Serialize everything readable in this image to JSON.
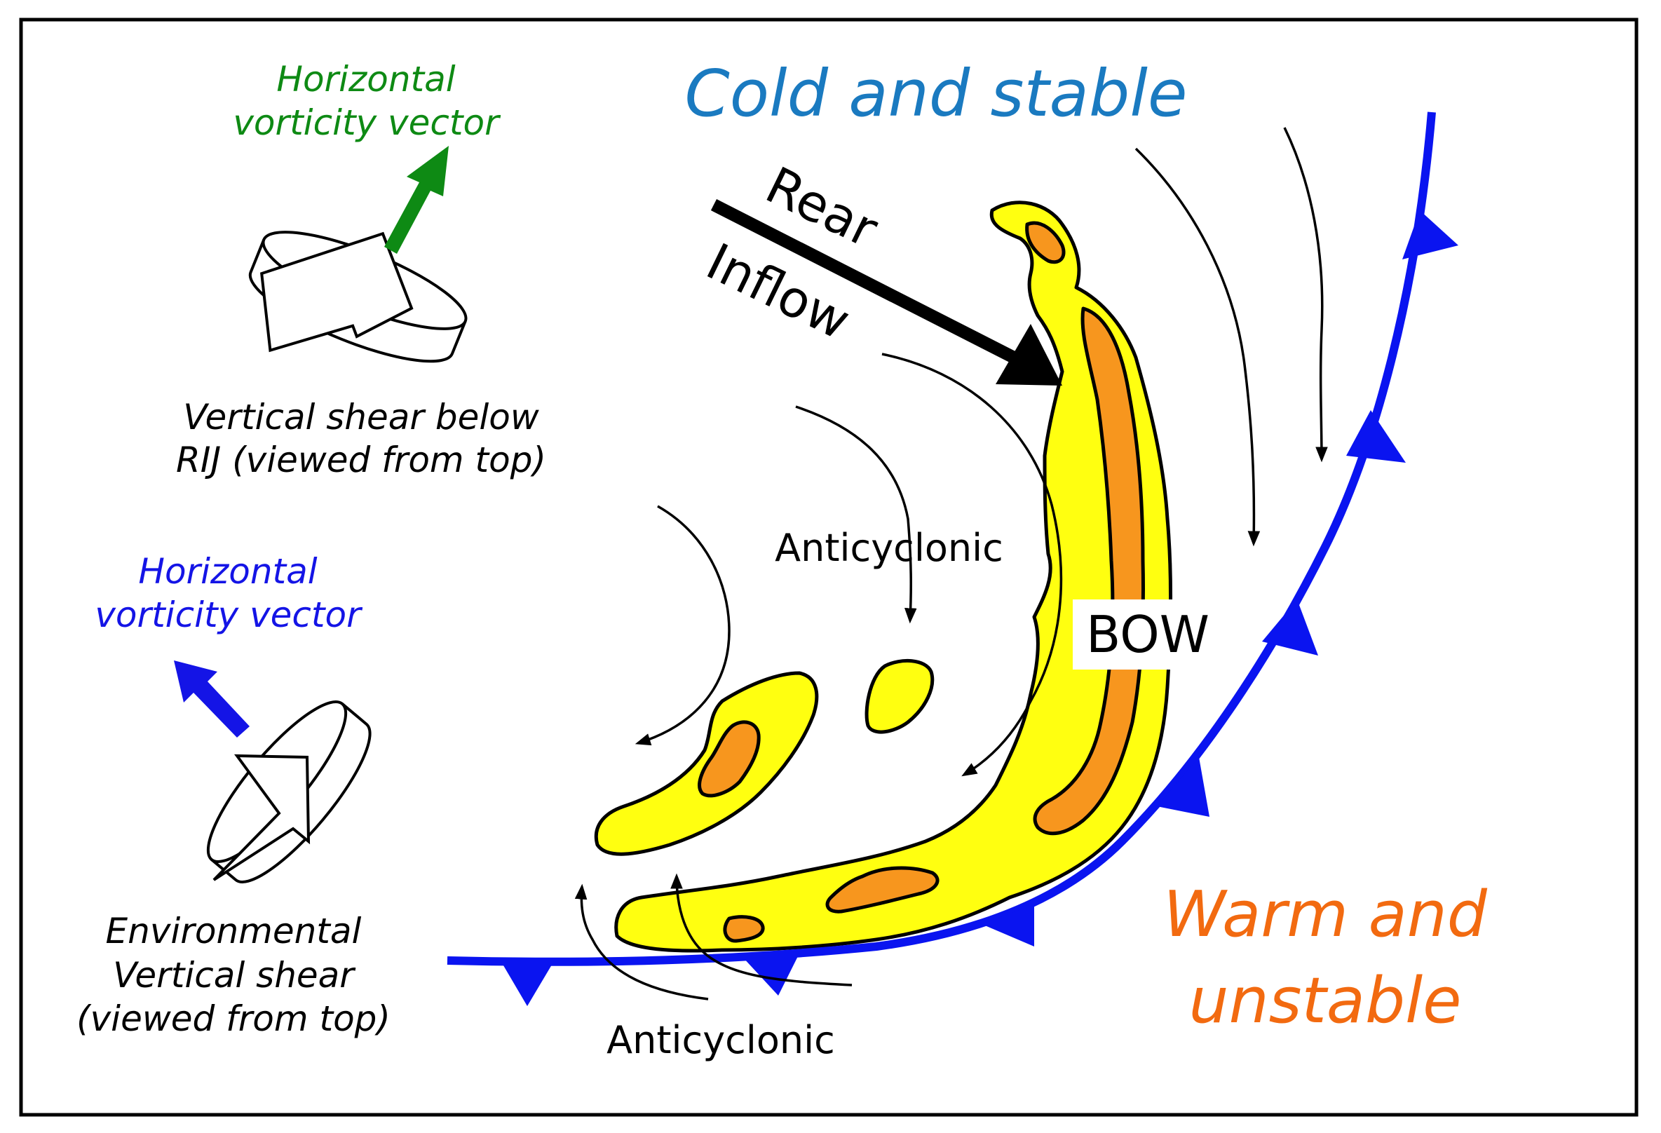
{
  "regions": {
    "cold": "Cold and stable",
    "warm_line1": "Warm and",
    "warm_line2": "unstable"
  },
  "rear_inflow": {
    "line1": "Rear",
    "line2": "Inflow"
  },
  "bow_label": "BOW",
  "anticyclonic_upper": "Anticyclonic",
  "anticyclonic_lower": "Anticyclonic",
  "rij_shear": {
    "vector_line1": "Horizontal",
    "vector_line2": "vorticity vector",
    "caption_line1": "Vertical shear below",
    "caption_line2": "RIJ (viewed from top)"
  },
  "env_shear": {
    "vector_line1": "Horizontal",
    "vector_line2": "vorticity vector",
    "caption_line1": "Environmental",
    "caption_line2": "Vertical shear",
    "caption_line3": "(viewed from top)"
  },
  "colors": {
    "cold_text": "#1a7ac0",
    "warm_text": "#f26a10",
    "front": "#0a14f0",
    "rij_vector": "#0e8a14",
    "env_vector": "#1414e6",
    "echo_outer": "#ffff10",
    "echo_inner": "#f7961e"
  }
}
